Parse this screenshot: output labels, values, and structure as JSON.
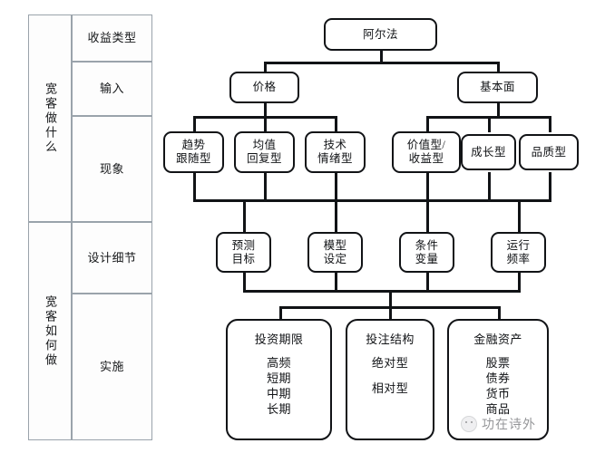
{
  "matrix": {
    "groups": [
      {
        "label": "宽客做什么"
      },
      {
        "label": "宽客如何做"
      }
    ],
    "rows": [
      {
        "label": "收益类型"
      },
      {
        "label": "输入"
      },
      {
        "label": "现象"
      },
      {
        "label": "设计细节"
      },
      {
        "label": "实施"
      }
    ]
  },
  "chart": {
    "root": {
      "label": "阿尔法"
    },
    "level2": [
      {
        "label": "价格"
      },
      {
        "label": "基本面"
      }
    ],
    "level3": [
      {
        "line1": "趋势",
        "line2": "跟随型"
      },
      {
        "line1": "均值",
        "line2": "回复型"
      },
      {
        "line1": "技术",
        "line2": "情绪型"
      },
      {
        "line1": "价值型/",
        "line2": "收益型"
      },
      {
        "line1": "成长型",
        "line2": ""
      },
      {
        "line1": "品质型",
        "line2": ""
      }
    ],
    "level4": [
      {
        "line1": "预测",
        "line2": "目标"
      },
      {
        "line1": "模型",
        "line2": "设定"
      },
      {
        "line1": "条件",
        "line2": "变量"
      },
      {
        "line1": "运行",
        "line2": "频率"
      }
    ],
    "level5": [
      {
        "header": "投资期限",
        "items": [
          "高频",
          "短期",
          "中期",
          "长期"
        ],
        "spaced": false
      },
      {
        "header": "投注结构",
        "items": [
          "绝对型",
          "相对型"
        ],
        "spaced": true
      },
      {
        "header": "金融资产",
        "items": [
          "股票",
          "债券",
          "货币",
          "商品"
        ],
        "spaced": false
      }
    ]
  },
  "watermark": {
    "text": "功在诗外"
  }
}
